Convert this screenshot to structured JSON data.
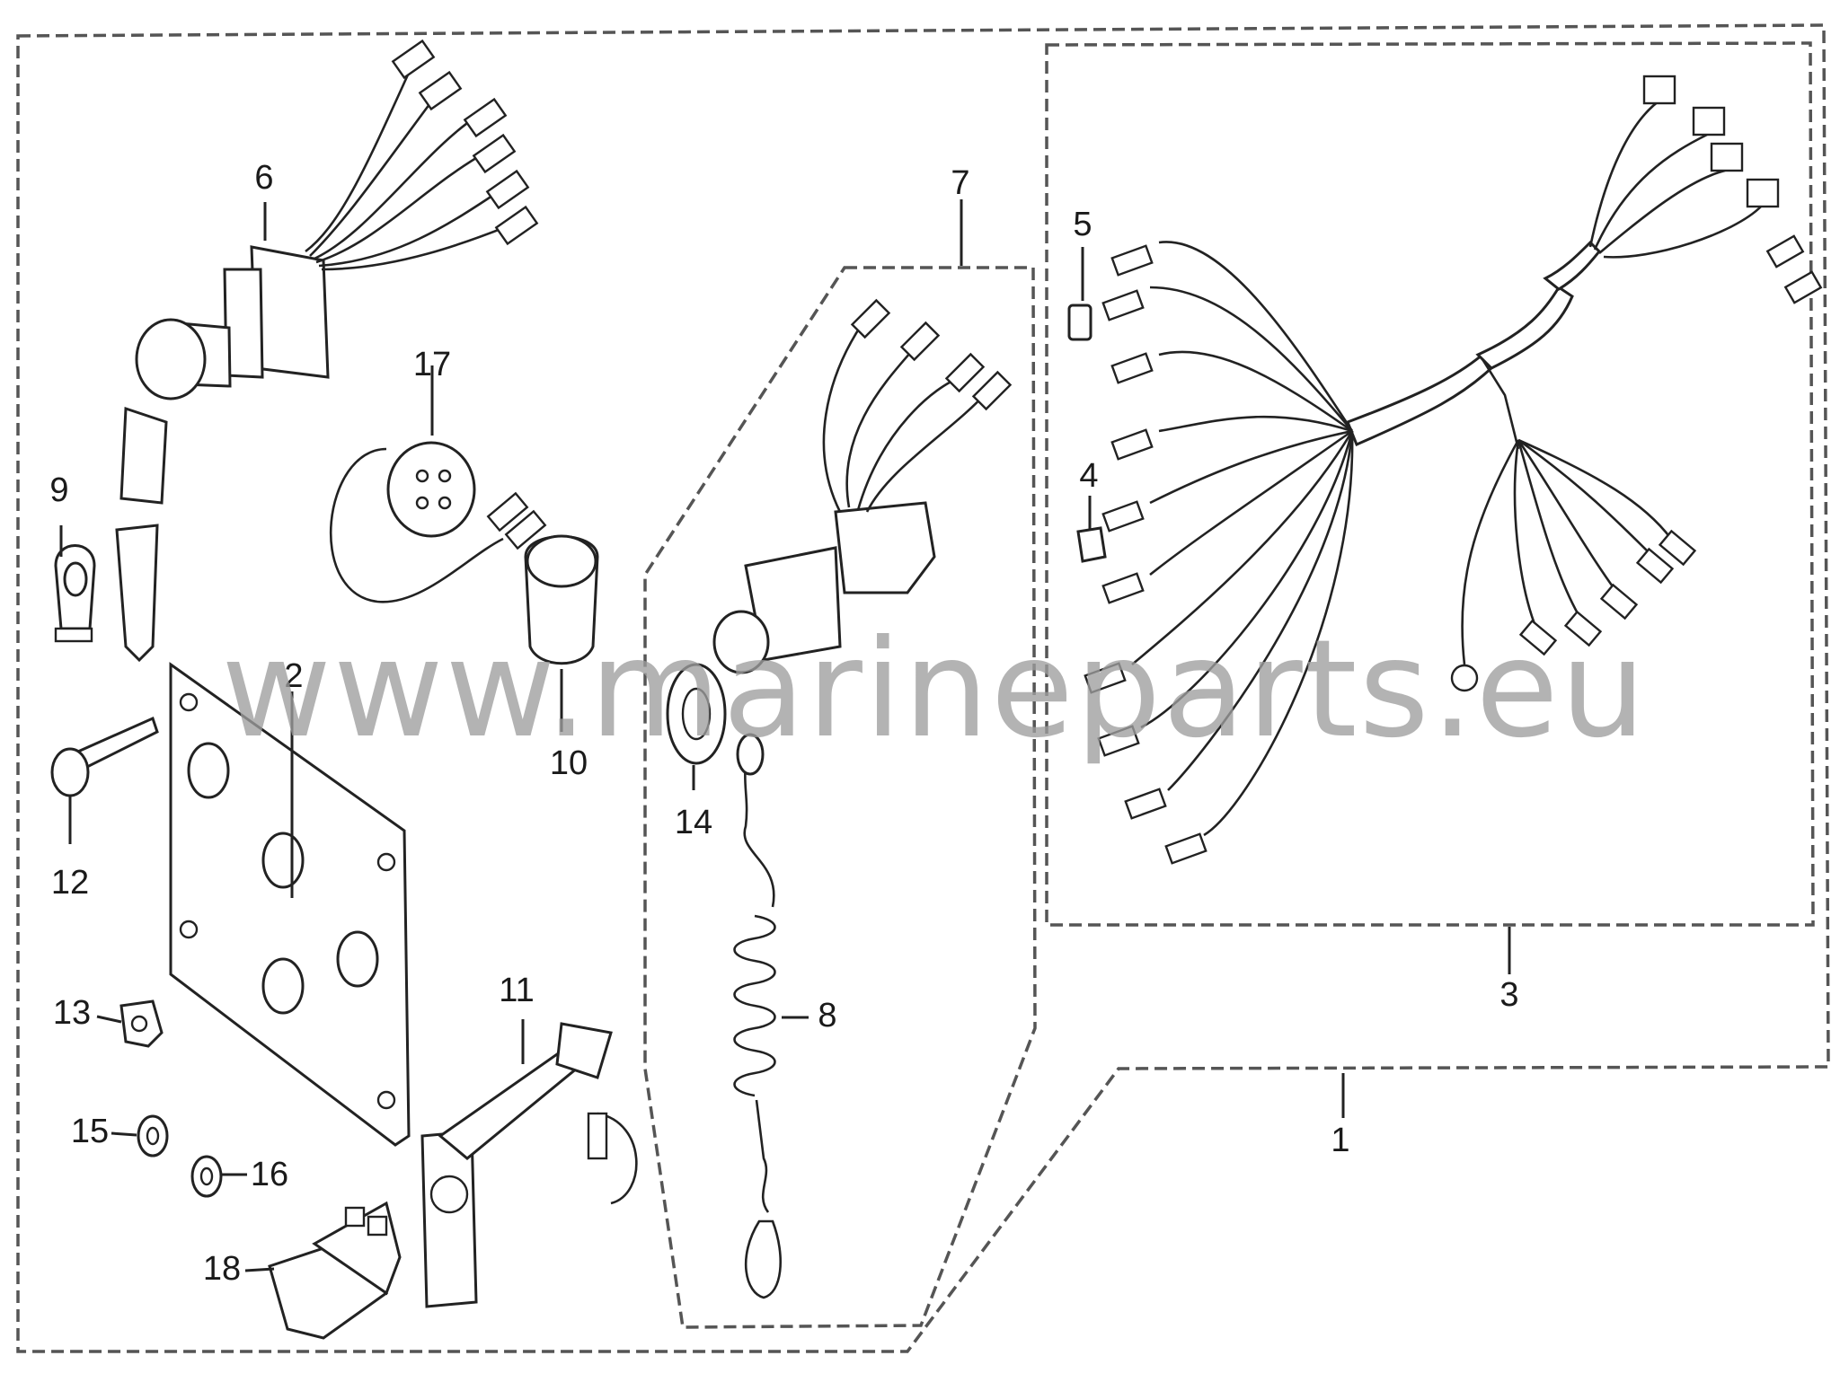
{
  "diagram": {
    "watermark": "www.marineparts.eu",
    "callouts": [
      {
        "id": "c1",
        "text": "1"
      },
      {
        "id": "c2",
        "text": "2"
      },
      {
        "id": "c3",
        "text": "3"
      },
      {
        "id": "c4",
        "text": "4"
      },
      {
        "id": "c5",
        "text": "5"
      },
      {
        "id": "c6",
        "text": "6"
      },
      {
        "id": "c7",
        "text": "7"
      },
      {
        "id": "c8",
        "text": "8"
      },
      {
        "id": "c9",
        "text": "9"
      },
      {
        "id": "c10",
        "text": "10"
      },
      {
        "id": "c11",
        "text": "11"
      },
      {
        "id": "c12",
        "text": "12"
      },
      {
        "id": "c13",
        "text": "13"
      },
      {
        "id": "c14",
        "text": "14"
      },
      {
        "id": "c15",
        "text": "15"
      },
      {
        "id": "c16",
        "text": "16"
      },
      {
        "id": "c17",
        "text": "17"
      },
      {
        "id": "c18",
        "text": "18"
      }
    ]
  }
}
